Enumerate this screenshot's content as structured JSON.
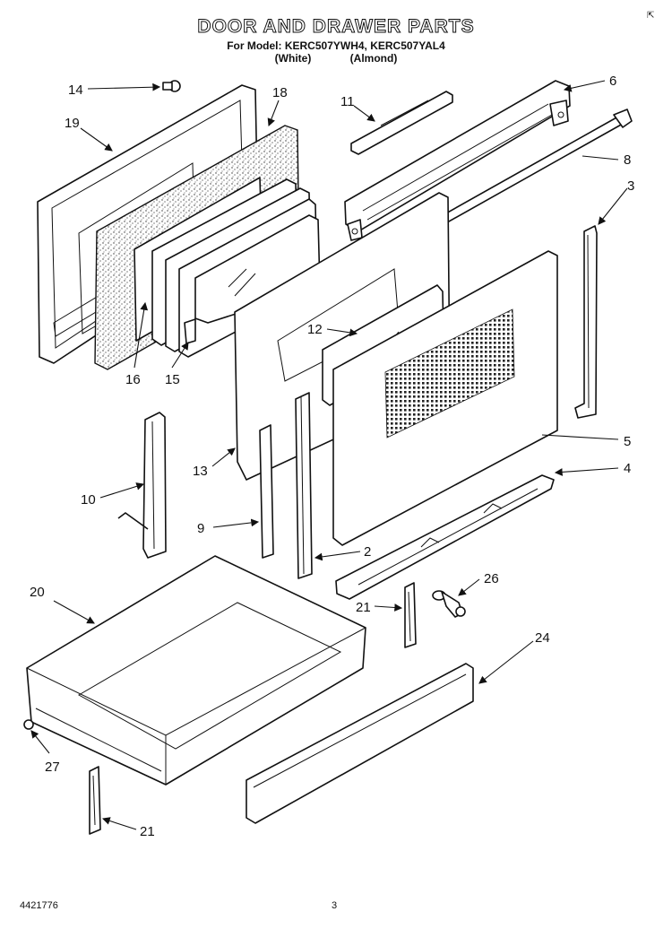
{
  "header": {
    "title": "DOOR AND DRAWER PARTS",
    "models_line": "For Model: KERC507YWH4, KERC507YAL4",
    "color_white": "(White)",
    "color_almond": "(Almond)"
  },
  "callouts": {
    "c14": "14",
    "c18": "18",
    "c19": "19",
    "c11": "11",
    "c6": "6",
    "c8": "8",
    "c3": "3",
    "c16": "16",
    "c15": "15",
    "c12": "12",
    "c5": "5",
    "c4": "4",
    "c13": "13",
    "c10": "10",
    "c9": "9",
    "c2": "2",
    "c20": "20",
    "c26": "26",
    "c21a": "21",
    "c24": "24",
    "c27": "27",
    "c21b": "21"
  },
  "footer": {
    "doc_number": "4421776",
    "page_number": "3"
  },
  "icons": {
    "corner": "small-arrow-icon"
  }
}
